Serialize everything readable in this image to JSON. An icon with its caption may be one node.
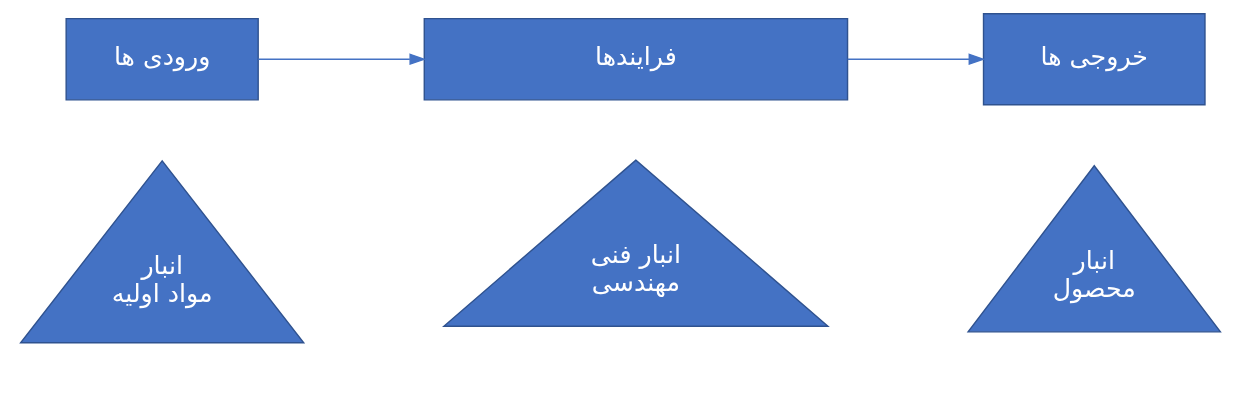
{
  "diagram": {
    "nodes": [
      {
        "text": [
          "ورودی ها"
        ]
      },
      {
        "text": [
          "فرایندها"
        ]
      },
      {
        "text": [
          "خروجی ها"
        ]
      },
      {
        "text": [
          "انبار مواد اولیه"
        ]
      },
      {
        "text": [
          "انبار فنی مهندسی"
        ]
      },
      {
        "text": [
          "انبار محصول"
        ]
      }
    ],
    "edges": [
      {
        "from": 0,
        "to": 1,
        "arrow": "to"
      },
      {
        "from": 1,
        "to": 2,
        "arrow": "to"
      }
    ]
  }
}
